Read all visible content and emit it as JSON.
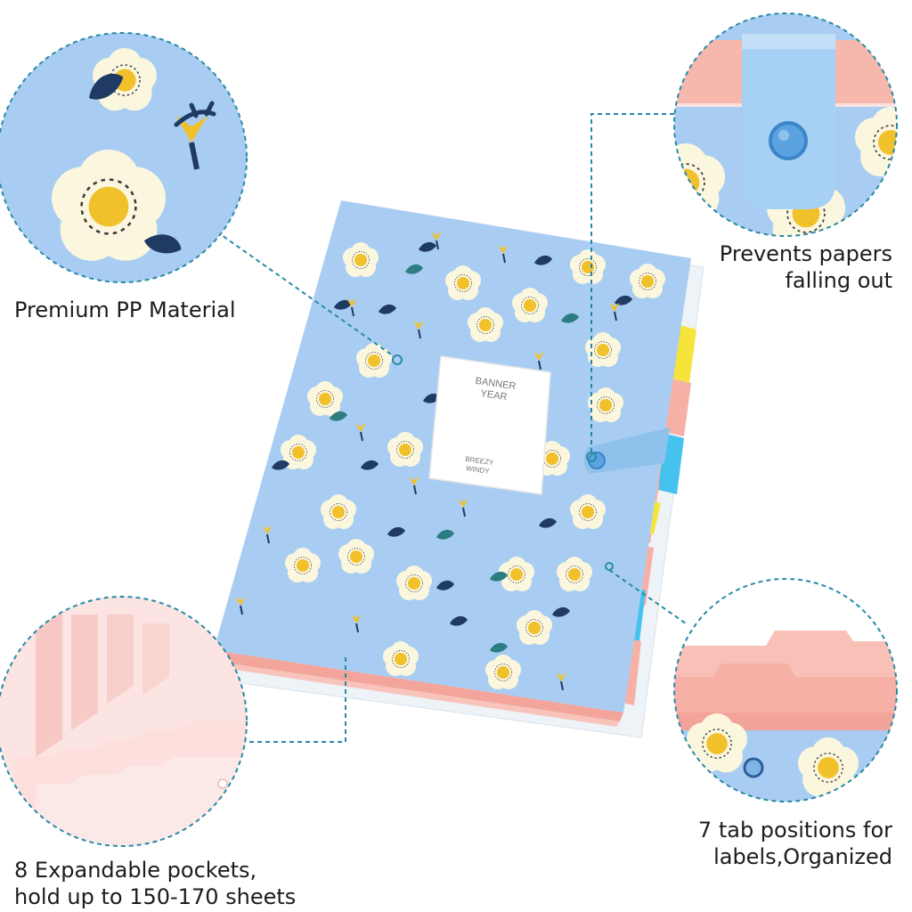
{
  "product": {
    "label_title": "BANNER\nYEAR",
    "label_subtitle": "BREEZY\nWINDY"
  },
  "callouts": {
    "material": "Premium PP Material",
    "closure_line1": "Prevents papers",
    "closure_line2": "falling out",
    "pockets_line1": "8 Expandable pockets,",
    "pockets_line2": "hold up to 150-170 sheets",
    "tabs_line1": "7 tab positions for",
    "tabs_line2": "labels,Organized"
  },
  "colors": {
    "folder_blue": "#a9cdf2",
    "flower_cream": "#fbf7df",
    "flower_center": "#f1c12c",
    "leaf_navy": "#1f3a63",
    "leaf_teal": "#2c7d82",
    "tab_pink": "#f6b0a6",
    "tab_yellow": "#f7e43a",
    "tab_blue": "#46c2ee",
    "callout_line": "#2a8aa6"
  }
}
